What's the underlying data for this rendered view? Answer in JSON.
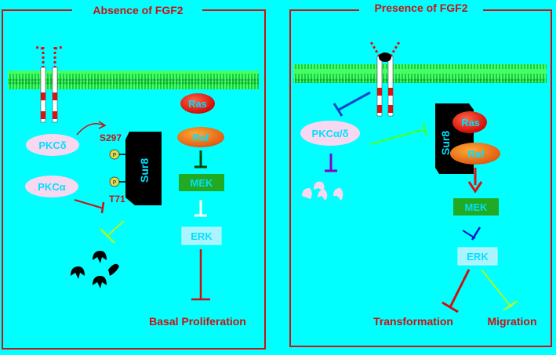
{
  "panels": {
    "left": {
      "title": "Absence of FGF2",
      "pkc_delta": "PKCδ",
      "pkc_alpha": "PKCα",
      "sur8": "Sur8",
      "s297": "S297",
      "t71": "T71",
      "residue_glyph_1": "P",
      "residue_glyph_2": "P",
      "ras": "Ras",
      "raf": "Raf",
      "mek": "MEK",
      "erk": "ERK",
      "outcome": "Basal Proliferation"
    },
    "right": {
      "title": "Presence of FGF2",
      "pkc": "PKCα/δ",
      "sur8": "Sur8",
      "ras": "Ras",
      "raf": "Raf",
      "mek": "MEK",
      "erk": "ERK",
      "outcome_1": "Transformation",
      "outcome_2": "Migration"
    }
  },
  "colors": {
    "background": "#00ffff",
    "frame": "#cc1111",
    "membrane": "#22ee44",
    "pkc": "#f8d8f0",
    "ras": "#dd1111",
    "raf": "#ee7711",
    "mek": "#22aa22",
    "erk_faded": "#aaf4ff",
    "sur8": "#000000",
    "title_text": "#cc1111"
  }
}
